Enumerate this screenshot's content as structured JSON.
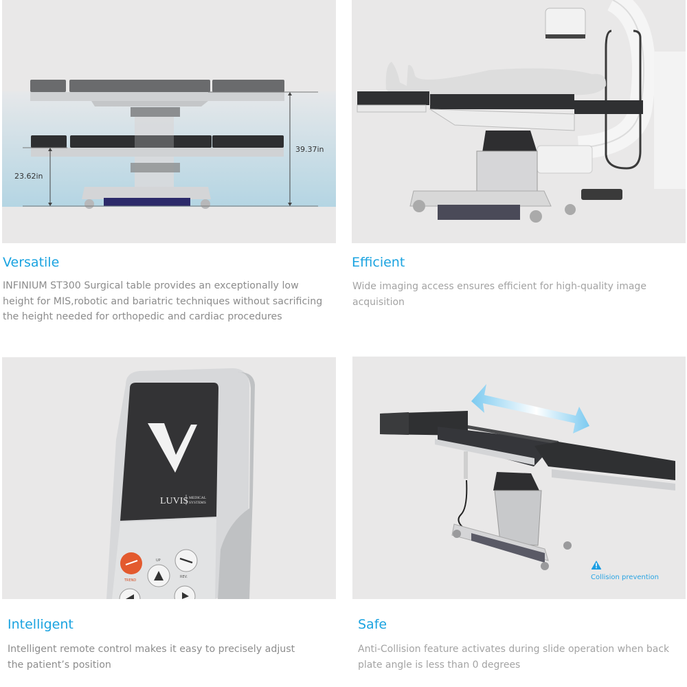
{
  "features": [
    {
      "id": "versatile",
      "title": "Versatile",
      "description": "INFINIUM ST300 Surgical table provides an exceptionally low height for MIS,robotic and bariatric techniques without sacrificing the height needed for orthopedic and cardiac procedures",
      "image": {
        "subject": "surgical-table-height-comparison",
        "dimensions": {
          "high": "39.37in",
          "low": "23.62in"
        }
      }
    },
    {
      "id": "efficient",
      "title": "Efficient",
      "description": "Wide imaging access ensures efficient for high-quality image acquisition",
      "image": {
        "subject": "surgical-table-with-c-arm-and-patient"
      }
    },
    {
      "id": "intelligent",
      "title": "Intelligent",
      "description": "Intelligent remote control makes it easy to precisely adjust the patient’s position",
      "image": {
        "subject": "remote-control",
        "brand": "LUVIS",
        "brand_sub_1": "MEDICAL",
        "brand_sub_2": "SYSTEMS",
        "buttons": {
          "trend": "TREND",
          "up": "UP",
          "rev": "REV."
        }
      }
    },
    {
      "id": "safe",
      "title": "Safe",
      "description": "Anti-Collision feature activates during slide operation when back plate angle is less than 0 degrees",
      "image": {
        "subject": "surgical-table-slide",
        "annotation": {
          "icon": "warning-triangle-icon",
          "label": "Collision prevention"
        }
      }
    }
  ],
  "colors": {
    "accent": "#1aa3e0",
    "text_muted": "#8c8c8c",
    "panel_bg": "#e9e8e8",
    "floor_gradient_top": "#e3e6e9",
    "floor_gradient_bottom": "#b6d6e4"
  }
}
